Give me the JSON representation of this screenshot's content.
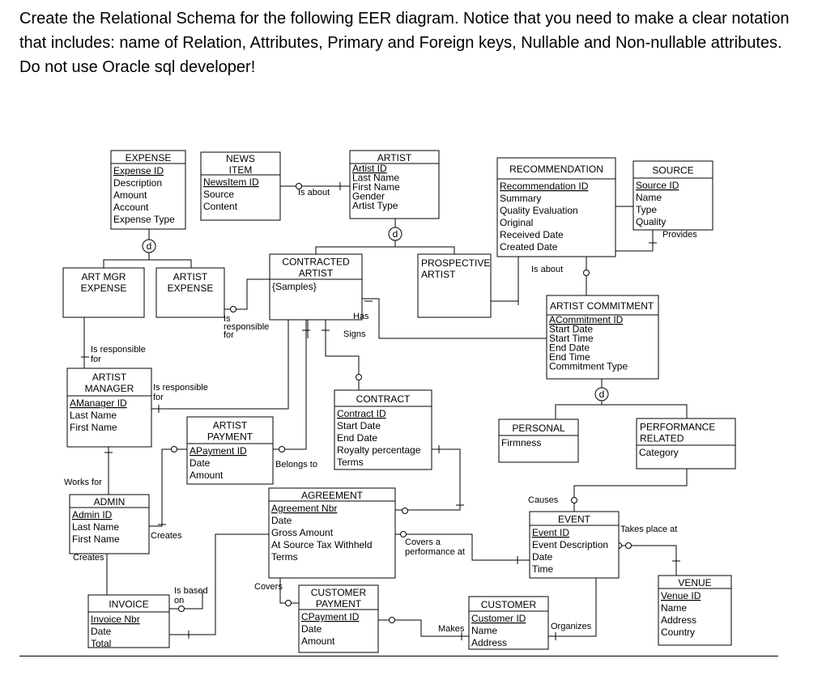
{
  "instructions": "Create the Relational Schema for the following EER diagram. Notice that you need to make a clear notation that includes: name of Relation, Attributes, Primary and Foreign keys, Nullable and Non-nullable attributes. Do not use Oracle sql developer!",
  "entities": [
    {
      "id": "expense",
      "title": [
        "EXPENSE"
      ],
      "attrs": [
        {
          "t": "Expense ID",
          "pk": true
        },
        {
          "t": "Description"
        },
        {
          "t": "Amount"
        },
        {
          "t": "Account"
        },
        {
          "t": "Expense Type"
        }
      ]
    },
    {
      "id": "news-item",
      "title": [
        "NEWS",
        "ITEM"
      ],
      "attrs": [
        {
          "t": "NewsItem ID",
          "pk": true
        },
        {
          "t": "Source"
        },
        {
          "t": "Content"
        }
      ]
    },
    {
      "id": "artist",
      "title": [
        "ARTIST"
      ],
      "small": true,
      "attrs": [
        {
          "t": "Artist ID",
          "pk": true
        },
        {
          "t": "Last Name"
        },
        {
          "t": "First Name"
        },
        {
          "t": "Gender"
        },
        {
          "t": "Artist Type"
        }
      ]
    },
    {
      "id": "recommendation",
      "title": [
        "RECOMMENDATION"
      ],
      "attrs": [
        {
          "t": "Recommendation ID",
          "pk": true
        },
        {
          "t": "Summary"
        },
        {
          "t": "Quality Evaluation"
        },
        {
          "t": "Original"
        },
        {
          "t": "Received Date"
        },
        {
          "t": "Created Date"
        }
      ]
    },
    {
      "id": "source",
      "title": [
        "SOURCE"
      ],
      "attrs": [
        {
          "t": "Source ID",
          "pk": true
        },
        {
          "t": "Name"
        },
        {
          "t": "Type"
        },
        {
          "t": "Quality"
        }
      ]
    },
    {
      "id": "art-mgr-expense",
      "title": [
        "ART MGR",
        "EXPENSE"
      ],
      "attrs": []
    },
    {
      "id": "artist-expense",
      "title": [
        "ARTIST",
        "EXPENSE"
      ],
      "attrs": []
    },
    {
      "id": "contracted-artist",
      "title": [
        "CONTRACTED",
        "ARTIST"
      ],
      "attrs": [
        {
          "t": "{Samples}"
        }
      ]
    },
    {
      "id": "prospective-artist",
      "title": [
        "PROSPECTIVE",
        "ARTIST"
      ],
      "attrs": []
    },
    {
      "id": "artist-commitment",
      "title": [
        "ARTIST COMMITMENT"
      ],
      "small": true,
      "attrs": [
        {
          "t": "ACommitment ID",
          "pk": true
        },
        {
          "t": "Start Date"
        },
        {
          "t": "Start Time"
        },
        {
          "t": "End Date"
        },
        {
          "t": "End Time"
        },
        {
          "t": "Commitment Type"
        }
      ]
    },
    {
      "id": "artist-manager",
      "title": [
        "ARTIST",
        "MANAGER"
      ],
      "attrs": [
        {
          "t": "AManager ID",
          "pk": true
        },
        {
          "t": "Last Name"
        },
        {
          "t": "First Name"
        }
      ]
    },
    {
      "id": "contract",
      "title": [
        "CONTRACT"
      ],
      "attrs": [
        {
          "t": "Contract ID",
          "pk": true
        },
        {
          "t": "Start Date"
        },
        {
          "t": "End Date"
        },
        {
          "t": "Royalty percentage"
        },
        {
          "t": "Terms"
        }
      ]
    },
    {
      "id": "artist-payment",
      "title": [
        "ARTIST",
        "PAYMENT"
      ],
      "attrs": [
        {
          "t": "APayment ID",
          "pk": true
        },
        {
          "t": "Date"
        },
        {
          "t": "Amount"
        }
      ]
    },
    {
      "id": "personal",
      "title": [
        "PERSONAL"
      ],
      "attrs": [
        {
          "t": "Firmness"
        }
      ]
    },
    {
      "id": "performance-related",
      "title": [
        "PERFORMANCE",
        "RELATED"
      ],
      "attrs": [
        {
          "t": "Category"
        }
      ]
    },
    {
      "id": "admin",
      "title": [
        "ADMIN"
      ],
      "attrs": [
        {
          "t": "Admin ID",
          "pk": true
        },
        {
          "t": "Last Name"
        },
        {
          "t": "First Name"
        }
      ]
    },
    {
      "id": "agreement",
      "title": [
        "AGREEMENT"
      ],
      "attrs": [
        {
          "t": "Agreement Nbr",
          "pk": true
        },
        {
          "t": "Date"
        },
        {
          "t": "Gross Amount"
        },
        {
          "t": "At Source Tax Withheld"
        },
        {
          "t": "Terms"
        }
      ]
    },
    {
      "id": "event",
      "title": [
        "EVENT"
      ],
      "attrs": [
        {
          "t": "Event ID",
          "pk": true
        },
        {
          "t": "Event Description"
        },
        {
          "t": "Date"
        },
        {
          "t": "Time"
        }
      ]
    },
    {
      "id": "venue",
      "title": [
        "VENUE"
      ],
      "attrs": [
        {
          "t": "Venue ID",
          "pk": true
        },
        {
          "t": "Name"
        },
        {
          "t": "Address"
        },
        {
          "t": "Country"
        }
      ]
    },
    {
      "id": "invoice",
      "title": [
        "INVOICE"
      ],
      "attrs": [
        {
          "t": "Invoice Nbr",
          "pk": true
        },
        {
          "t": "Date"
        },
        {
          "t": "Total"
        }
      ]
    },
    {
      "id": "customer-payment",
      "title": [
        "CUSTOMER",
        "PAYMENT"
      ],
      "attrs": [
        {
          "t": "CPayment ID",
          "pk": true
        },
        {
          "t": "Date"
        },
        {
          "t": "Amount"
        }
      ]
    },
    {
      "id": "customer",
      "title": [
        "CUSTOMER"
      ],
      "attrs": [
        {
          "t": "Customer ID",
          "pk": true
        },
        {
          "t": "Name"
        },
        {
          "t": "Address"
        }
      ]
    }
  ],
  "relationships": [
    {
      "id": "is-about-news",
      "lines": [
        "Is about"
      ]
    },
    {
      "id": "is-about-rec",
      "lines": [
        "Is about"
      ]
    },
    {
      "id": "provides",
      "lines": [
        "Provides"
      ]
    },
    {
      "id": "is-responsible-for-artist",
      "lines": [
        "Is",
        "responsible",
        "for"
      ]
    },
    {
      "id": "has",
      "lines": [
        "Has"
      ]
    },
    {
      "id": "signs",
      "lines": [
        "Signs"
      ]
    },
    {
      "id": "is-responsible-for-mgr",
      "lines": [
        "Is responsible",
        "for"
      ]
    },
    {
      "id": "is-responsible-for-left",
      "lines": [
        "Is responsible",
        "for"
      ]
    },
    {
      "id": "belongs-to",
      "lines": [
        "Belongs to"
      ]
    },
    {
      "id": "works-for",
      "lines": [
        "Works for"
      ]
    },
    {
      "id": "creates-admin",
      "lines": [
        "Creates"
      ]
    },
    {
      "id": "creates-left",
      "lines": [
        "Creates"
      ]
    },
    {
      "id": "causes",
      "lines": [
        "Causes"
      ]
    },
    {
      "id": "takes-place-at",
      "lines": [
        "Takes place at"
      ]
    },
    {
      "id": "covers-a-performance-at",
      "lines": [
        "Covers a",
        "performance at"
      ]
    },
    {
      "id": "is-based-on",
      "lines": [
        "Is based",
        "on"
      ]
    },
    {
      "id": "covers",
      "lines": [
        "Covers"
      ]
    },
    {
      "id": "makes",
      "lines": [
        "Makes"
      ]
    },
    {
      "id": "organizes",
      "lines": [
        "Organizes"
      ]
    }
  ],
  "disjoint_marker": "d"
}
